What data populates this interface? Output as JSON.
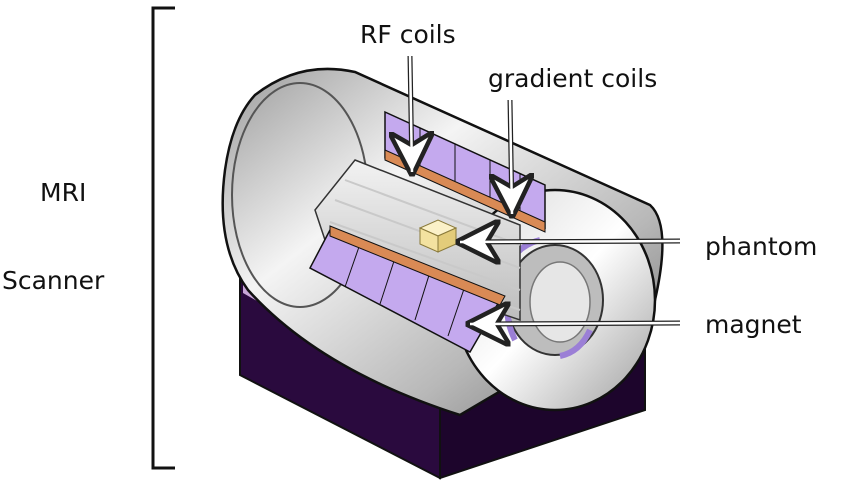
{
  "labels": {
    "mri": "MRI",
    "scanner": "Scanner",
    "rf_coils": "RF coils",
    "gradient_coils": "gradient coils",
    "phantom": "phantom",
    "magnet": "magnet"
  },
  "icons": {
    "scanner": "mri-scanner-cutaway-icon",
    "phantom": "phantom-cube-icon"
  },
  "colors": {
    "base": "#2a0a3e",
    "base_stripe": "#c8a7d8",
    "coil_purple": "#c4a9ee",
    "coil_purple_dark": "#9b7fd6",
    "rf_orange": "#d98a55",
    "bore_grey": "#d9d9d9",
    "phantom_yellow": "#f3e2a0"
  }
}
